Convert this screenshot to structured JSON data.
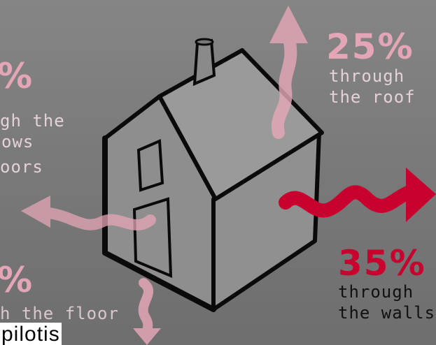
{
  "labels": {
    "roof": {
      "percent": "25%",
      "line1": "through",
      "line2": "the roof"
    },
    "walls": {
      "percent": "35%",
      "line1": "through",
      "line2": "the walls"
    },
    "windows": {
      "percent": "%",
      "line1": "gh the",
      "line2": "ows",
      "line3": "oors"
    },
    "floor": {
      "percent": "%",
      "line1": "h the floor"
    }
  },
  "caption": "pilotis",
  "colors": {
    "background": "#7d7d7d",
    "accent_red": "#c8002e",
    "faded_pink": "#e4a6b6",
    "house_outline": "#0a0a0a",
    "house_fill": "#8a8a8a"
  },
  "icons": [
    "house-illustration",
    "arrow-up-roof",
    "arrow-right-walls",
    "arrow-left-windows",
    "arrow-down-floor"
  ]
}
